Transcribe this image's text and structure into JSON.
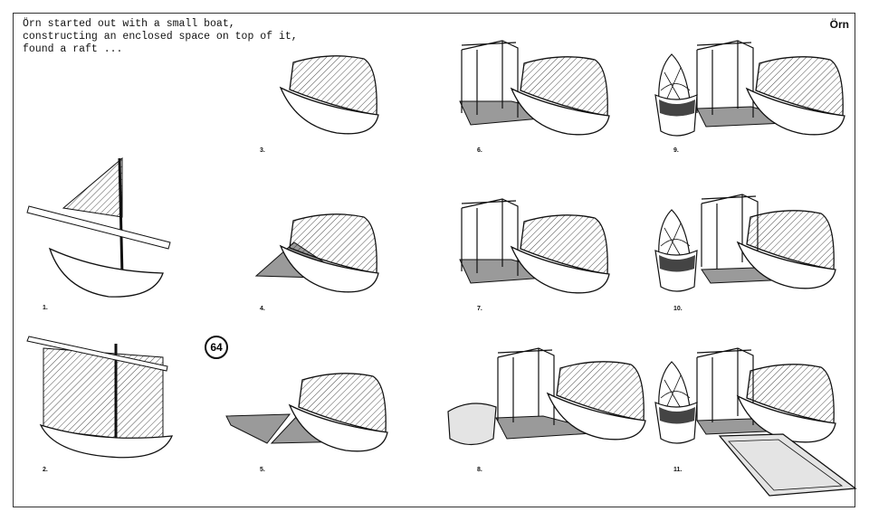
{
  "title": "Örn",
  "intro": "Örn started out with a small boat,\nconstructing an enclosed space on top of it,\nfound a raft ...",
  "page_number": "64",
  "steps": [
    "1.",
    "2.",
    "3.",
    "4.",
    "5.",
    "6.",
    "7.",
    "8.",
    "9.",
    "10.",
    "11."
  ],
  "colors": {
    "raft": "#9a9a9a",
    "dark": "#444444",
    "light_raft": "#e4e4e4"
  }
}
